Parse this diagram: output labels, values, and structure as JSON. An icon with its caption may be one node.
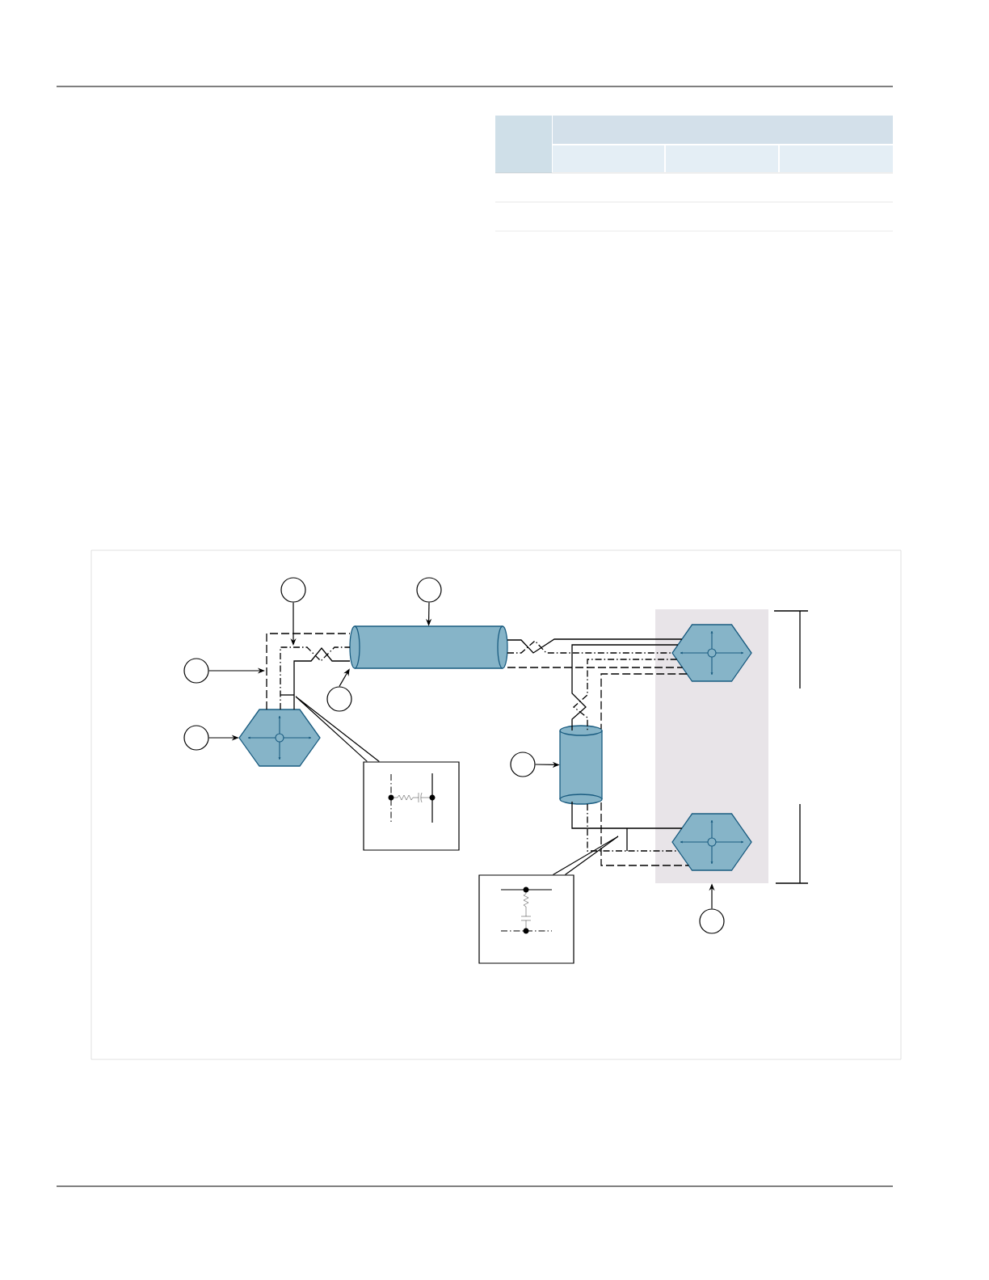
{
  "diagram": {
    "nodes": [
      {
        "text": [],
        "shape": "circle"
      },
      {
        "text": [],
        "shape": "circle"
      },
      {
        "text": [],
        "shape": "box"
      },
      {
        "text": [],
        "shape": "hexagon",
        "in": 2
      },
      {
        "text": [],
        "shape": "cylinder"
      },
      {
        "text": [],
        "shape": "circle"
      },
      {
        "text": [],
        "shape": "circle"
      },
      {
        "text": [],
        "shape": "circle"
      },
      {
        "text": [],
        "shape": "hexagon"
      },
      {
        "text": [],
        "shape": "cylinder"
      },
      {
        "text": [],
        "shape": "circle"
      },
      {
        "text": [],
        "shape": "box"
      },
      {
        "text": [],
        "shape": "hexagon",
        "in": 2
      },
      {
        "text": [],
        "shape": "box"
      },
      {
        "text": [],
        "shape": "circle"
      }
    ],
    "edges": [
      {
        "from": 0,
        "to": null,
        "arrow": "to"
      },
      {
        "from": 1,
        "to": 4,
        "arrow": "to"
      },
      {
        "from": 5,
        "to": null,
        "arrow": "to"
      },
      {
        "from": 6,
        "to": 4,
        "arrow": "to"
      },
      {
        "from": 7,
        "to": 8,
        "arrow": "to"
      },
      {
        "from": 10,
        "to": 9,
        "arrow": "to"
      },
      {
        "from": 14,
        "to": 2,
        "arrow": "to"
      },
      {
        "from": 11,
        "to": null,
        "arrow": "none"
      },
      {
        "from": 13,
        "to": null,
        "arrow": "none"
      },
      {
        "from": 8,
        "to": 4,
        "arrow": "none",
        "style": "dashed"
      },
      {
        "from": 8,
        "to": 4,
        "arrow": "none",
        "style": "dashed"
      },
      {
        "from": 8,
        "to": 4,
        "arrow": "none"
      },
      {
        "from": 4,
        "to": 3,
        "arrow": "none"
      },
      {
        "from": 4,
        "to": 3,
        "arrow": "none",
        "style": "dashed"
      },
      {
        "from": 4,
        "to": 3,
        "arrow": "none",
        "style": "dashed"
      },
      {
        "from": 3,
        "to": 9,
        "arrow": "none"
      },
      {
        "from": 3,
        "to": 9,
        "arrow": "none",
        "style": "dashed"
      },
      {
        "from": 3,
        "to": 9,
        "arrow": "none",
        "style": "dashed"
      },
      {
        "from": 9,
        "to": 12,
        "arrow": "none"
      },
      {
        "from": 9,
        "to": 12,
        "arrow": "none",
        "style": "dashed"
      },
      {
        "from": 9,
        "to": 12,
        "arrow": "none",
        "style": "dashed"
      }
    ]
  }
}
